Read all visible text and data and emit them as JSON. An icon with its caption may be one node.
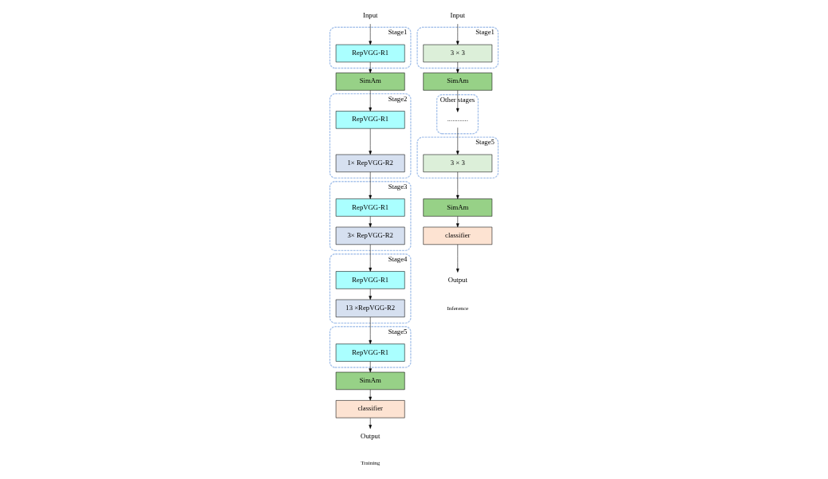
{
  "diagram": {
    "nodes": [
      {
        "text": [
          "Input"
        ]
      },
      {
        "text": [
          "Stage1"
        ]
      },
      {
        "text": [
          "RepVGG-R1"
        ],
        "in": 1
      },
      {
        "text": [
          "SimAm"
        ]
      },
      {
        "text": [
          "Stage2"
        ]
      },
      {
        "text": [
          "RepVGG-R1"
        ],
        "in": 4
      },
      {
        "text": [
          "1× RepVGG-R2"
        ],
        "in": 4
      },
      {
        "text": [
          "Stage3"
        ]
      },
      {
        "text": [
          "RepVGG-R1"
        ],
        "in": 7
      },
      {
        "text": [
          "3× RepVGG-R2"
        ],
        "in": 7
      },
      {
        "text": [
          "Stage4"
        ]
      },
      {
        "text": [
          "RepVGG-R1"
        ],
        "in": 10
      },
      {
        "text": [
          "13 ×RepVGG-R2"
        ],
        "in": 10
      },
      {
        "text": [
          "Stage5"
        ]
      },
      {
        "text": [
          "RepVGG-R1"
        ],
        "in": 13
      },
      {
        "text": [
          "SimAm"
        ]
      },
      {
        "text": [
          "classifier"
        ]
      },
      {
        "text": [
          "Output"
        ]
      },
      {
        "text": [
          "Input"
        ]
      },
      {
        "text": [
          "Stage1"
        ]
      },
      {
        "text": [
          "3 × 3"
        ],
        "in": 19
      },
      {
        "text": [
          "SimAm"
        ]
      },
      {
        "text": [
          "Other stages"
        ]
      },
      {
        "text": [
          "............"
        ],
        "in": 22
      },
      {
        "text": [
          "Stage5"
        ]
      },
      {
        "text": [
          "3 × 3"
        ],
        "in": 24
      },
      {
        "text": [
          "SimAm"
        ]
      },
      {
        "text": [
          "classifier"
        ]
      },
      {
        "text": [
          "Output"
        ]
      }
    ],
    "edges": [
      {
        "from": 0,
        "to": 2,
        "arrow": "to"
      },
      {
        "from": 2,
        "to": 3,
        "arrow": "to"
      },
      {
        "from": 3,
        "to": 5,
        "arrow": "to"
      },
      {
        "from": 5,
        "to": 6,
        "arrow": "to"
      },
      {
        "from": 6,
        "to": 8,
        "arrow": "to"
      },
      {
        "from": 8,
        "to": 9,
        "arrow": "to"
      },
      {
        "from": 9,
        "to": 11,
        "arrow": "to"
      },
      {
        "from": 11,
        "to": 12,
        "arrow": "to"
      },
      {
        "from": 12,
        "to": 14,
        "arrow": "to"
      },
      {
        "from": 14,
        "to": 15,
        "arrow": "to"
      },
      {
        "from": 15,
        "to": 16,
        "arrow": "to"
      },
      {
        "from": 16,
        "to": 17,
        "arrow": "to"
      },
      {
        "from": 18,
        "to": 20,
        "arrow": "to"
      },
      {
        "from": 20,
        "to": 21,
        "arrow": "to"
      },
      {
        "from": 21,
        "to": 23,
        "arrow": "to"
      },
      {
        "from": 23,
        "to": 25,
        "arrow": "to"
      },
      {
        "from": 25,
        "to": 26,
        "arrow": "to"
      },
      {
        "from": 26,
        "to": 27,
        "arrow": "to"
      },
      {
        "from": 27,
        "to": 28,
        "arrow": "to"
      }
    ],
    "labels": [
      "Training",
      "Inference"
    ]
  }
}
